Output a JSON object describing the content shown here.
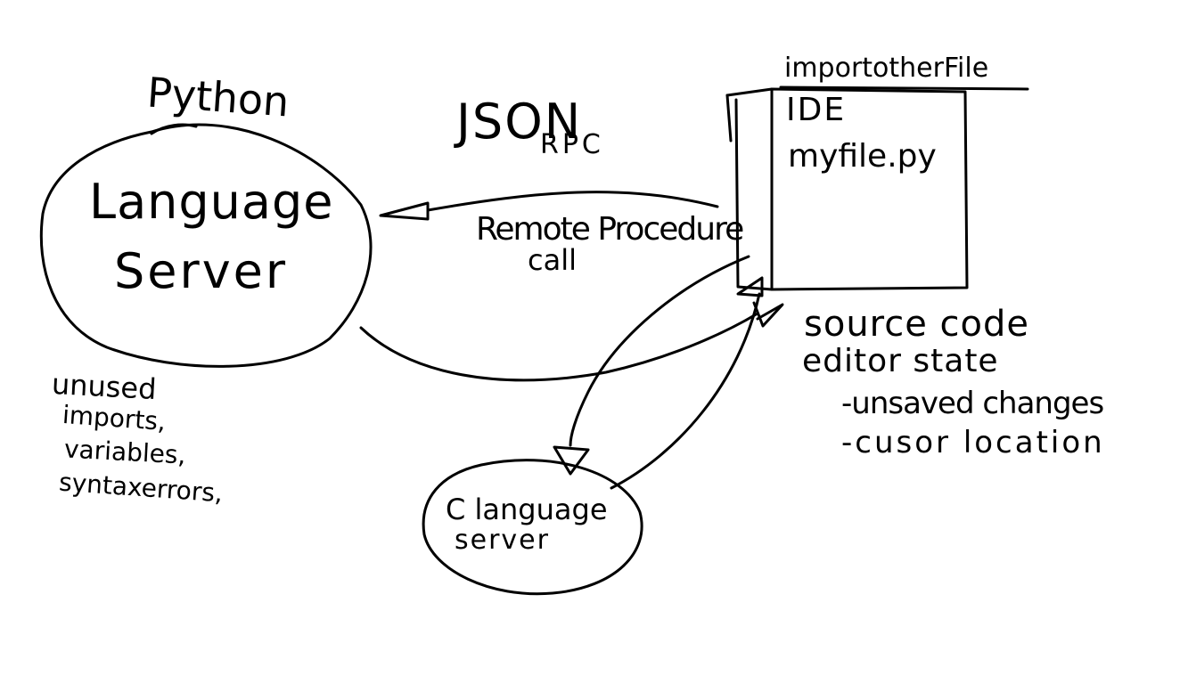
{
  "diagram": {
    "language_server": {
      "title": "Python",
      "line1": "Language",
      "line2": "Server"
    },
    "protocol": {
      "line1": "JSON",
      "line2": "RPC"
    },
    "rpc_label": {
      "line1": "Remote Procedure",
      "line2": "call"
    },
    "ide": {
      "header": "importotherFile",
      "line1": "IDE",
      "line2": "myfile.py"
    },
    "editor_state": {
      "line1": "source code",
      "line2": "editor state",
      "item1": "-unsaved changes",
      "item2": "-cusor location"
    },
    "diagnostics": {
      "line1": "unused",
      "line2": "imports,",
      "line3": "variables,",
      "line4": "syntaxerrors,"
    },
    "c_server": {
      "line1": "C language",
      "line2": "server"
    }
  }
}
